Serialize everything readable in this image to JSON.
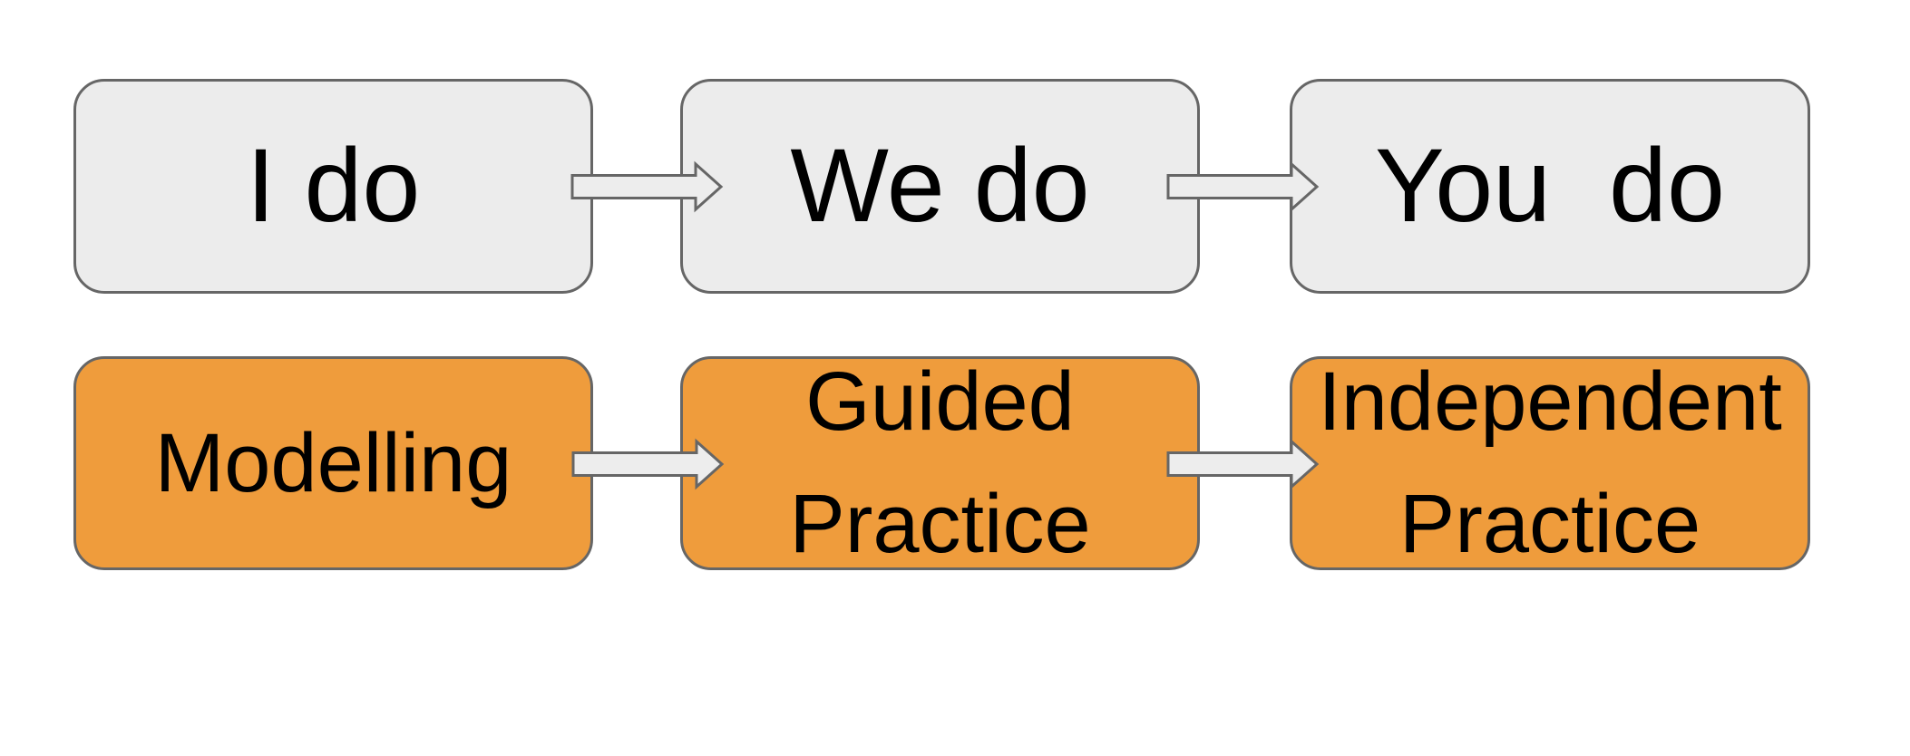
{
  "diagram": {
    "boxes": {
      "top": [
        {
          "label": "I do"
        },
        {
          "label": "We do"
        },
        {
          "label": "You  do"
        }
      ],
      "bottom": [
        {
          "label": "Modelling"
        },
        {
          "label": "Guided\nPractice"
        },
        {
          "label": "Independent\nPractice"
        }
      ]
    },
    "arrows": [
      {
        "from": "I do",
        "to": "We do",
        "direction": "right"
      },
      {
        "from": "We do",
        "to": "You do",
        "direction": "right"
      },
      {
        "from": "Modelling",
        "to": "Guided Practice",
        "direction": "right"
      },
      {
        "from": "Guided Practice",
        "to": "Independent Practice",
        "direction": "right"
      }
    ],
    "colors": {
      "background": "#ffffff",
      "top_box_fill": "#ececec",
      "bottom_box_fill": "#ef9c3c",
      "box_border": "#666666",
      "arrow_fill": "#ededed",
      "arrow_border": "#666666",
      "text": "#000000"
    }
  }
}
